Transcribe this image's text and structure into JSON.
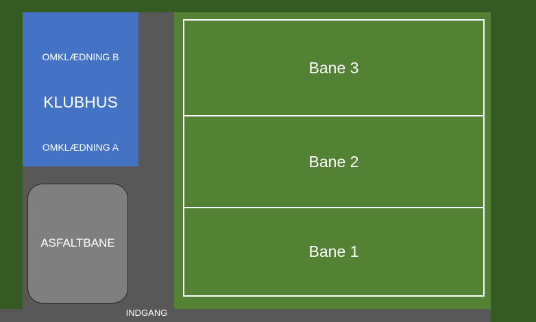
{
  "colors": {
    "grass_outer": "#355a23",
    "grass_field": "#548235",
    "paved": "#585858",
    "clubhouse": "#4472c4",
    "asphalt": "#7f7f7f",
    "lines": "#ffffff"
  },
  "clubhouse": {
    "title": "KLUBHUS",
    "room_b": "OMKLÆDNING B",
    "room_a": "OMKLÆDNING A"
  },
  "asphalt_court": {
    "label": "ASFALTBANE"
  },
  "courts": [
    {
      "label": "Bane 3"
    },
    {
      "label": "Bane 2"
    },
    {
      "label": "Bane 1"
    }
  ],
  "entrance": {
    "label": "INDGANG"
  }
}
